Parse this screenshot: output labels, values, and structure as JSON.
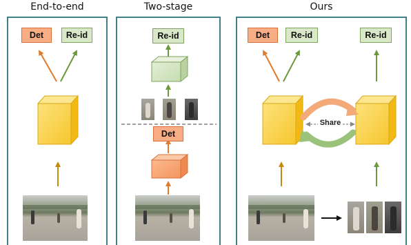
{
  "panels": {
    "end_to_end": {
      "title": "End-to-end",
      "det_label": "Det",
      "reid_label": "Re-id"
    },
    "two_stage": {
      "title": "Two-stage",
      "det_label": "Det",
      "reid_label": "Re-id"
    },
    "ours": {
      "title": "Ours",
      "det_label": "Det",
      "reid_label": "Re-id",
      "reid_label_2": "Re-id",
      "share_label": "Share"
    }
  },
  "colors": {
    "panel_border": "#3f7f86",
    "det_fill": "#f8ad85",
    "det_border": "#d9703a",
    "reid_fill": "#d8e8c8",
    "reid_border": "#7da35f",
    "yellow_cube": "#fcd34d",
    "orange_arrow": "#e07b2e",
    "green_arrow": "#6a9a3c",
    "brown_arrow": "#b8860b"
  }
}
